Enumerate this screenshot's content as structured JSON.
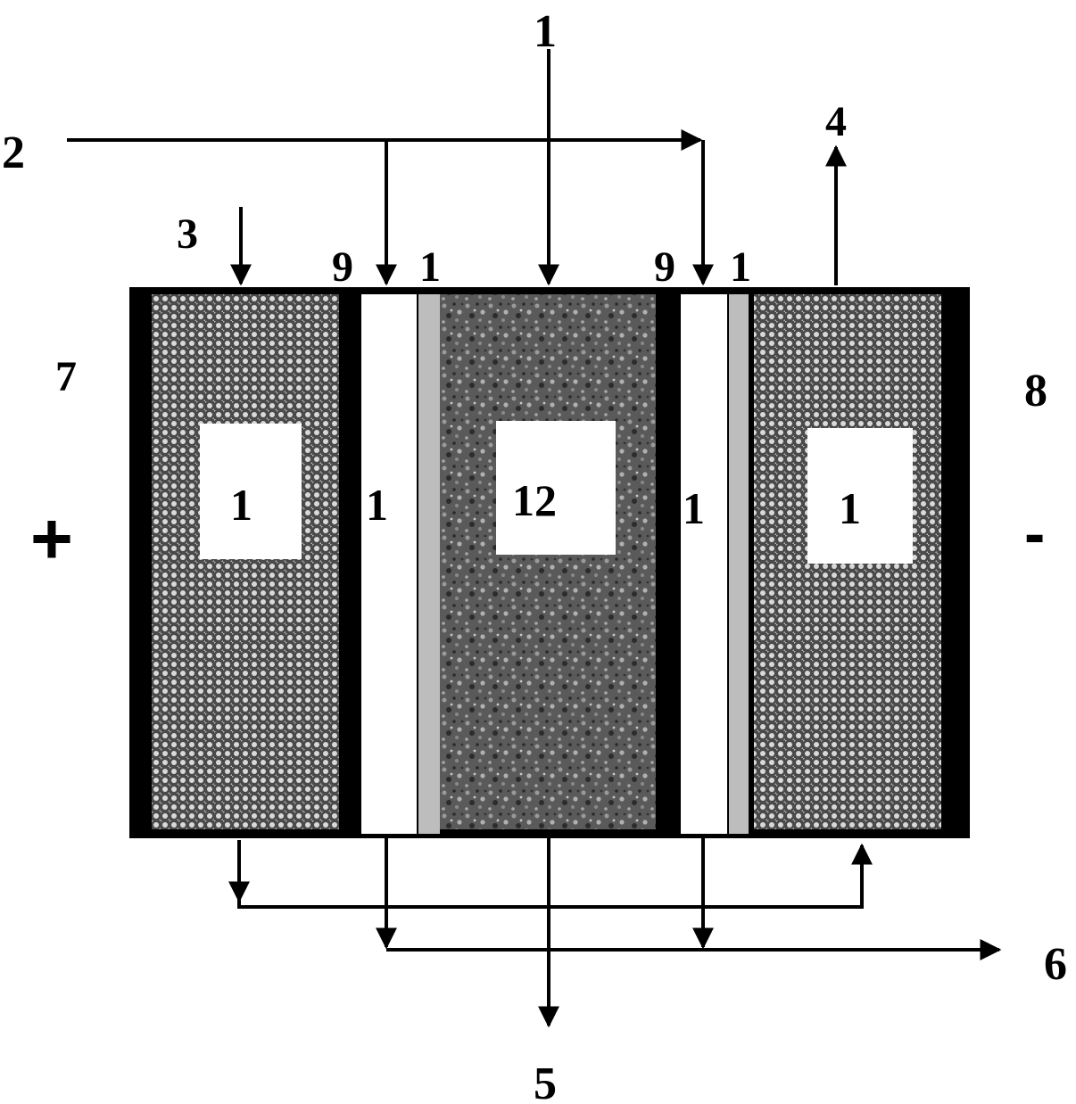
{
  "labels": {
    "top_center": "1",
    "left_top_feed": "2",
    "left_chamber_feed": "3",
    "right_top_out": "4",
    "bottom_center_out": "5",
    "bottom_right_out": "6",
    "left_electrode": "7",
    "right_electrode": "8",
    "left_top_9": "9",
    "left_top_1": "1",
    "right_top_9": "9",
    "right_top_1": "1",
    "left_box": "1",
    "left_gap": "1",
    "center_box": "12",
    "right_gap": "1",
    "right_box": "1",
    "plus_sign": "+",
    "minus_sign": "-"
  },
  "colors": {
    "ink": "#000000",
    "paper": "#ffffff",
    "membrane": "#bdbdbd",
    "mesh_light": "#d9d9d9",
    "mesh_dark": "#4a4a4a",
    "center_fill": "#6e6e6e"
  }
}
